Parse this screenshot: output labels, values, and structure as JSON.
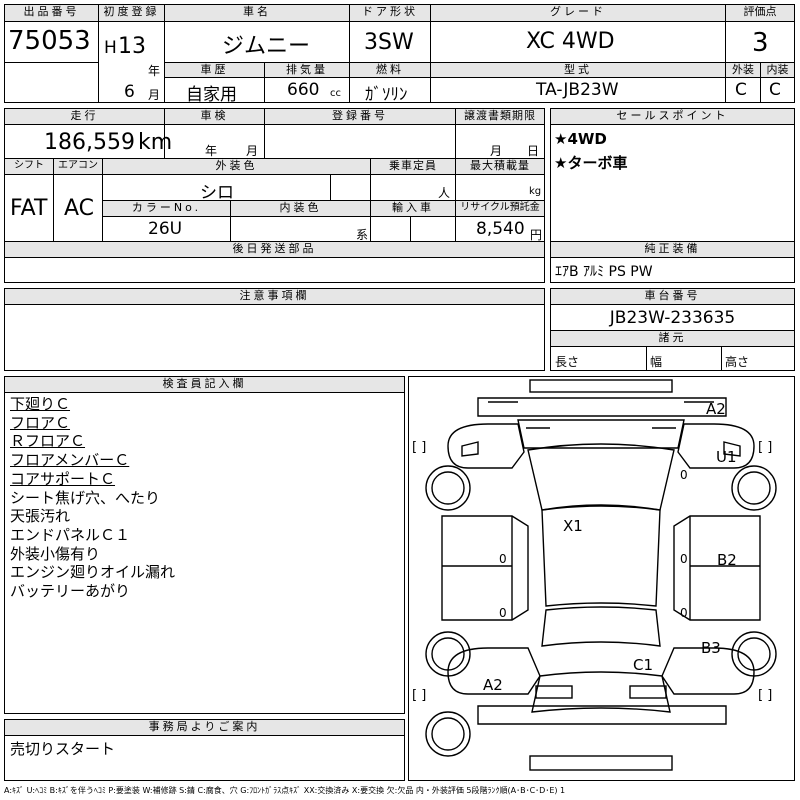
{
  "header": {
    "lot_label": "出品番号",
    "lot_number": "75053",
    "first_reg_label": "初度登録",
    "era": "H",
    "year": "13",
    "year_unit": "年",
    "month": "6",
    "month_unit": "月",
    "car_name_label": "車名",
    "car_name": "ジムニー",
    "door_label": "ドア形状",
    "door": "3SW",
    "grade_label": "グレード",
    "grade": "XC 4WD",
    "score_label": "評価点",
    "score": "3",
    "history_label": "車歴",
    "history": "自家用",
    "displacement_label": "排気量",
    "displacement": "660",
    "displacement_unit": "cc",
    "fuel_label": "燃料",
    "fuel": "ｶﾞｿﾘﾝ",
    "model_label": "型式",
    "model": "TA-JB23W",
    "exterior_label": "外装",
    "exterior_grade": "C",
    "interior_label": "内装",
    "interior_grade": "C"
  },
  "row2": {
    "mileage_label": "走行",
    "mileage": "186,559",
    "mileage_unit": "km",
    "inspection_label": "車検",
    "year_unit": "年",
    "month_unit": "月",
    "plate_label": "登録番号",
    "transfer_label": "譲渡書類期限",
    "day_unit": "日",
    "shift_label": "シフト",
    "shift": "FAT",
    "ac_label": "エアコン",
    "ac": "AC",
    "ext_color_label": "外装色",
    "ext_color": "シロ",
    "capacity_label": "乗車定員",
    "capacity_unit": "人",
    "load_label": "最大積載量",
    "load_unit": "kg",
    "color_no_label": "カラーNo.",
    "color_no": "26U",
    "int_color_label": "内装色",
    "int_color_unit": "系",
    "import_label": "輸入車",
    "recycle_label": "リサイクル預託金",
    "recycle": "8,540",
    "recycle_unit": "円",
    "later_parts_label": "後日発送部品"
  },
  "selling_points": {
    "label": "セールスポイント",
    "items": [
      "★4WD",
      "★ターボ車"
    ]
  },
  "equipment": {
    "label": "純正装備",
    "value": "ｴｱB ｱﾙﾐ PS PW"
  },
  "notes": {
    "label": "注意事項欄"
  },
  "chassis": {
    "label": "車台番号",
    "value": "JB23W-233635",
    "dims_label": "諸元",
    "length": "長さ",
    "width": "幅",
    "height": "高さ"
  },
  "inspector": {
    "label": "検査員記入欄",
    "lines": [
      {
        "text": "下廻りＣ",
        "underline": true
      },
      {
        "text": "フロアＣ",
        "underline": true
      },
      {
        "text": "ＲフロアＣ",
        "underline": true
      },
      {
        "text": "フロアメンバーＣ",
        "underline": true
      },
      {
        "text": "コアサポートＣ",
        "underline": true
      },
      {
        "text": "シート焦げ穴、へたり",
        "underline": false
      },
      {
        "text": "天張汚れ",
        "underline": false
      },
      {
        "text": "エンドパネルＣ１",
        "underline": false
      },
      {
        "text": "外装小傷有り",
        "underline": false
      },
      {
        "text": "エンジン廻りオイル漏れ",
        "underline": false
      },
      {
        "text": "バッテリーあがり",
        "underline": false
      }
    ]
  },
  "diagram": {
    "marks": [
      "A2",
      "U1",
      "X1",
      "B2",
      "B3",
      "C1",
      "A2"
    ],
    "zeros": [
      "0",
      "0",
      "0",
      "0",
      "0"
    ],
    "bracket": "[   ]"
  },
  "office": {
    "label": "事務局よりご案内",
    "message": "売切りスタート"
  },
  "legend": "A:ｷｽﾞ U:ﾍｺﾐ B:ｷｽﾞを伴うﾍｺﾐ P:要塗装 W:補修跡 S:錆 C:腐食、穴 G:ﾌﾛﾝﾄｶﾞﾗｽ点ｷｽﾞ XX:交換済み X:要交換 欠:欠品 内・外装評価 5段階ﾗﾝｸ順(A･B･C･D･E) 1"
}
